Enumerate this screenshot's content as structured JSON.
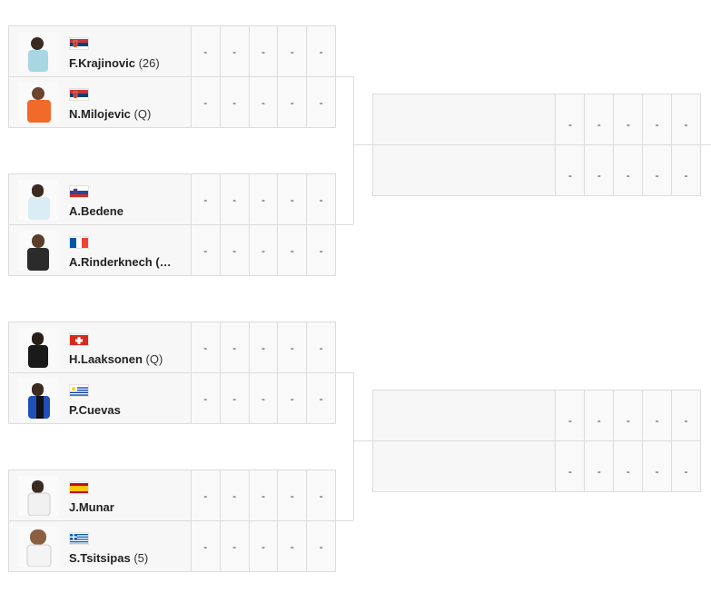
{
  "round1": [
    {
      "players": [
        {
          "name": "F.Krajinovic",
          "seed": "(26)",
          "country": "serbia",
          "scores": [
            "-",
            "-",
            "-",
            "-",
            "-"
          ]
        },
        {
          "name": "N.Milojevic",
          "seed": "(Q)",
          "country": "serbia",
          "scores": [
            "-",
            "-",
            "-",
            "-",
            "-"
          ]
        }
      ]
    },
    {
      "players": [
        {
          "name": "A.Bedene",
          "seed": "",
          "country": "slovenia",
          "scores": [
            "-",
            "-",
            "-",
            "-",
            "-"
          ]
        },
        {
          "name": "A.Rinderknech (…",
          "seed": "",
          "country": "france",
          "scores": [
            "-",
            "-",
            "-",
            "-",
            "-"
          ]
        }
      ]
    },
    {
      "players": [
        {
          "name": "H.Laaksonen",
          "seed": "(Q)",
          "country": "switzerland",
          "scores": [
            "-",
            "-",
            "-",
            "-",
            "-"
          ]
        },
        {
          "name": "P.Cuevas",
          "seed": "",
          "country": "uruguay",
          "scores": [
            "-",
            "-",
            "-",
            "-",
            "-"
          ]
        }
      ]
    },
    {
      "players": [
        {
          "name": "J.Munar",
          "seed": "",
          "country": "spain",
          "scores": [
            "-",
            "-",
            "-",
            "-",
            "-"
          ]
        },
        {
          "name": "S.Tsitsipas",
          "seed": "(5)",
          "country": "greece",
          "scores": [
            "-",
            "-",
            "-",
            "-",
            "-"
          ]
        }
      ]
    }
  ],
  "round2": [
    {
      "rows": [
        {
          "scores": [
            "-",
            "-",
            "-",
            "-",
            "-"
          ]
        },
        {
          "scores": [
            "-",
            "-",
            "-",
            "-",
            "-"
          ]
        }
      ]
    },
    {
      "rows": [
        {
          "scores": [
            "-",
            "-",
            "-",
            "-",
            "-"
          ]
        },
        {
          "scores": [
            "-",
            "-",
            "-",
            "-",
            "-"
          ]
        }
      ]
    }
  ],
  "colors": {
    "border": "#dcdcdc",
    "cell": "#f7f7f7"
  }
}
